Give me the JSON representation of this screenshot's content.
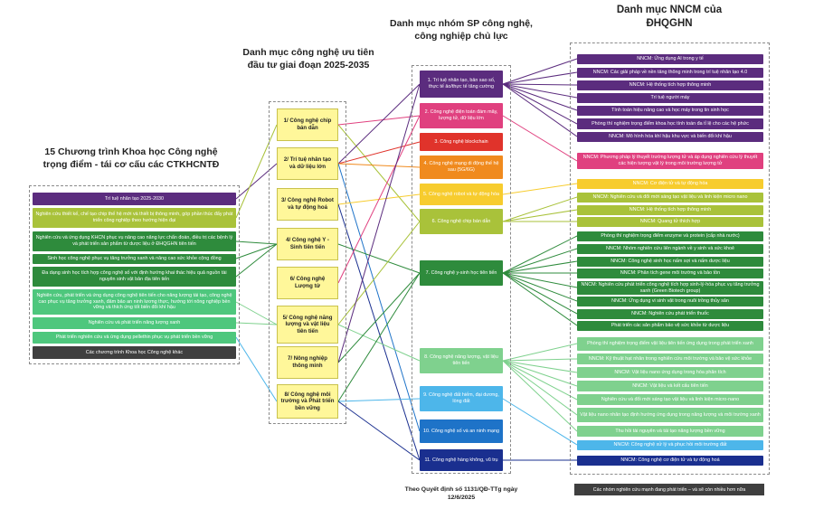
{
  "headings": {
    "programs": "15 Chương trình Khoa học Công nghệ trọng điểm - tái cơ cấu các CTKHCNTĐ",
    "priority": "Danh mục công nghệ ưu tiên đầu tư giai đoạn 2025-2035",
    "products": "Danh mục nhóm SP công nghệ, công nghiệp chủ lực",
    "research": "Danh mục NNCM của ĐHQGHN"
  },
  "programs": [
    {
      "label": "Trí tuệ nhân tạo 2025-2030",
      "color": "#5b2c7e"
    },
    {
      "label": "Nghiên cứu thiết kế, chế tạo chip thế hệ mới và thiết bị thông minh, góp phần thúc đẩy phát triển công nghiệp theo hướng hiện đại",
      "color": "#a9c23a"
    },
    {
      "label": "Nghiên cứu và ứng dụng KHCN phục vụ nâng cao năng lực chẩn đoán, điều trị các bệnh lý và phát triển sản phẩm từ dược liệu ở ĐHQGHN tiên tiến",
      "color": "#2e8b3c"
    },
    {
      "label": "Sinh học công nghệ phục vụ tăng trưởng xanh và nâng cao sức khỏe cộng đồng",
      "color": "#2e8b3c"
    },
    {
      "label": "Đa dạng sinh học tích hợp công nghệ số với định hướng khai thác hiệu quả nguồn tài nguyên sinh vật bản địa tiên tiến",
      "color": "#2e8b3c"
    },
    {
      "label": "Nghiên cứu, phát triển và ứng dụng công nghệ tiên tiến cho năng lượng tái tạo, công nghệ cao phục vụ tăng trưởng xanh, đảm bảo an ninh lương thực, hướng tới nông nghiệp bền vững và thích ứng tốt biến đổi khí hậu",
      "color": "#4ec77d"
    },
    {
      "label": "Nghiên cứu và phát triển năng lượng xanh",
      "color": "#4ec77d"
    },
    {
      "label": "Phát triển nghiên cứu và ứng dụng pellethin phục vụ phát triển bền vững",
      "color": "#4ec77d"
    },
    {
      "label": "Các chương trình Khoa học Công nghệ khác",
      "color": "#3f3f3f"
    }
  ],
  "priority": [
    "1/ Công nghệ chip bán dẫn",
    "2/ Trí tuệ nhân tạo và dữ liệu lớn",
    "3/ Công nghệ Robot và tự động hoá",
    "4/ Công nghệ Y - Sinh tiên tiến",
    "6/ Công nghệ Lượng tử",
    "5/ Công nghệ năng lượng và vật liệu tiên tiến",
    "7/ Nông nghiệp thông minh",
    "8/ Công nghệ môi trường và Phát triển bền vững"
  ],
  "products": [
    {
      "label": "1. Trí tuệ nhân tạo, bản sao số, thực tế ảo/thực tế tăng cường",
      "color": "#5b2c7e"
    },
    {
      "label": "2. Công nghệ điện toán đám mây, lượng tử, dữ liệu lớn",
      "color": "#e0407f"
    },
    {
      "label": "3. Công nghệ blockchain",
      "color": "#e0332b"
    },
    {
      "label": "4. Công nghệ mạng di động thế hệ sau (5G/6G)",
      "color": "#f08a1e"
    },
    {
      "label": "5. Công nghệ robot và tự động hóa",
      "color": "#f7cc2e"
    },
    {
      "label": "6. Công nghệ chip bán dẫn",
      "color": "#a9c23a"
    },
    {
      "label": "7. Công nghệ y-sinh học tiên tiến",
      "color": "#2e8b3c"
    },
    {
      "label": "8. Công nghệ năng lượng, vật liệu tiên tiến",
      "color": "#7fd18e"
    },
    {
      "label": "9. Công nghệ đất hiếm, đại dương, lòng đất",
      "color": "#4db6ea"
    },
    {
      "label": "10. Công nghệ số và an ninh mạng",
      "color": "#1e73c8"
    },
    {
      "label": "11. Công nghệ hàng không, vũ trụ",
      "color": "#1a2f8f"
    }
  ],
  "research": [
    {
      "label": "NNCM: Ứng dụng AI trong y tế",
      "color": "#5b2c7e"
    },
    {
      "label": "NNCM: Các giải pháp về nền tảng thông minh trong trí tuệ nhân tạo 4.0",
      "color": "#5b2c7e"
    },
    {
      "label": "NNCM: Hệ thống tích hợp thông minh",
      "color": "#5b2c7e"
    },
    {
      "label": "Trí tuệ người máy",
      "color": "#5b2c7e"
    },
    {
      "label": "Tính toán hiệu năng cao và học máy trong tin sinh học",
      "color": "#5b2c7e"
    },
    {
      "label": "Phòng thí nghiệm trọng điểm khoa học tính toán đa tỉ lệ cho các hệ phức",
      "color": "#5b2c7e"
    },
    {
      "label": "NNCM: Mô hình hóa khí hậu khu vực và biến đổi khí hậu",
      "color": "#5b2c7e"
    },
    {
      "label": "NNCM: Phương pháp lý thuyết trường lượng tử và áp dụng nghiên cứu lý thuyết các hiện tượng vật lý trong môi trường lượng tử",
      "color": "#e0407f"
    },
    {
      "label": "NNCM: Cơ điện tử và tự động hóa",
      "color": "#f7cc2e"
    },
    {
      "label": "NNCM: Nghiên cứu và đổi mới sáng tạo vật liệu và linh kiện micro nano",
      "color": "#a9c23a"
    },
    {
      "label": "NNCM: Hệ thống tích hợp thông minh",
      "color": "#a9c23a"
    },
    {
      "label": "NNCM: Quang tử thích hợp",
      "color": "#a9c23a"
    },
    {
      "label": "Phòng thí nghiệm trọng điểm enzyme và protein (cấp nhà nước)",
      "color": "#2e8b3c"
    },
    {
      "label": "NNCM: Nhóm nghiên cứu liên ngành về y sinh và sức khoẻ",
      "color": "#2e8b3c"
    },
    {
      "label": "NNCM: Công nghệ sinh học nấm sợi và nấm dược liệu",
      "color": "#2e8b3c"
    },
    {
      "label": "NNCM: Phân tích gene môi trường và bảo tồn",
      "color": "#2e8b3c"
    },
    {
      "label": "NNCM: Nghiên cứu phát triển công nghệ tích hợp sinh-lý-hóa phục vụ tăng trưởng xanh (Green Biotech group)",
      "color": "#2e8b3c"
    },
    {
      "label": "NNCM: Ứng dụng vi sinh vật trong nuôi trồng thủy sản",
      "color": "#2e8b3c"
    },
    {
      "label": "NNCM: Nghiên cứu phát triển thuốc",
      "color": "#2e8b3c"
    },
    {
      "label": "Phát triển các sản phẩm bảo vệ sức khỏe từ dược liệu",
      "color": "#2e8b3c"
    },
    {
      "label": "Phòng thí nghiệm trọng điểm vật liệu tiên tiến ứng dụng trong phát triển xanh",
      "color": "#7fd18e"
    },
    {
      "label": "NNCM: Kỹ thuật hạt nhân trong nghiên cứu môi trường và bảo vệ sức khỏe",
      "color": "#7fd18e"
    },
    {
      "label": "NNCM: Vật liệu nano ứng dụng trong hóa phân tích",
      "color": "#7fd18e"
    },
    {
      "label": "NNCM: Vật liệu và kết cấu tiên tiến",
      "color": "#7fd18e"
    },
    {
      "label": "Nghiên cứu và đổi mới sáng tạo vật liệu và linh kiện micro-nano",
      "color": "#7fd18e"
    },
    {
      "label": "Vật liệu nano nhân tạo định hướng ứng dụng trong năng lượng và môi trường xanh",
      "color": "#7fd18e"
    },
    {
      "label": "Thu hồi tài nguyên và tái tạo năng lượng bền vững",
      "color": "#7fd18e"
    },
    {
      "label": "NNCM: Công nghệ xử lý và phục hồi môi trường đất",
      "color": "#4db6ea"
    },
    {
      "label": "NNCM: Công nghệ cơ điện tử và tự động hoá",
      "color": "#1a2f8f"
    }
  ],
  "note": "Theo Quyết định số 1131/QĐ-TTg ngày 12/6/2025",
  "legend": "Các nhóm nghiên cứu mạnh đang phát triển – và sẽ còn nhiều hơn nữa"
}
